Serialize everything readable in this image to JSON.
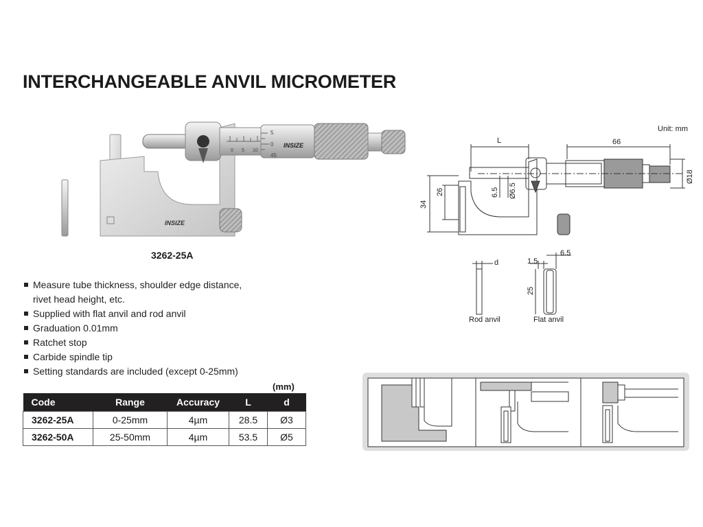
{
  "title": "INTERCHANGEABLE ANVIL MICROMETER",
  "model": "3262-25A",
  "brand": "INSIZE",
  "features": [
    "Measure tube thickness, shoulder edge distance,",
    "rivet head height, etc.",
    "Supplied with flat anvil and rod anvil",
    "Graduation 0.01mm",
    "Ratchet stop",
    "Carbide spindle tip",
    "Setting standards are included (except 0-25mm)"
  ],
  "table": {
    "unit": "(mm)",
    "headers": [
      "Code",
      "Range",
      "Accuracy",
      "L",
      "d"
    ],
    "rows": [
      [
        "3262-25A",
        "0-25mm",
        "4µm",
        "28.5",
        "Ø3"
      ],
      [
        "3262-50A",
        "25-50mm",
        "4µm",
        "53.5",
        "Ø5"
      ]
    ]
  },
  "drawing": {
    "unit": "Unit: mm",
    "dims": {
      "L": "L",
      "len66": "66",
      "dia18": "Ø18",
      "h34": "34",
      "h26": "26",
      "h65": "6.5",
      "dia65": "Ø6.5",
      "d": "d",
      "w15": "1.5",
      "w65": "6.5",
      "h25": "25"
    },
    "rod_anvil": "Rod anvil",
    "flat_anvil": "Flat anvil"
  },
  "scale": {
    "s5": "5",
    "s0": "0",
    "s45": "45",
    "n1": "0",
    "n2": "5",
    "n3": "10"
  }
}
